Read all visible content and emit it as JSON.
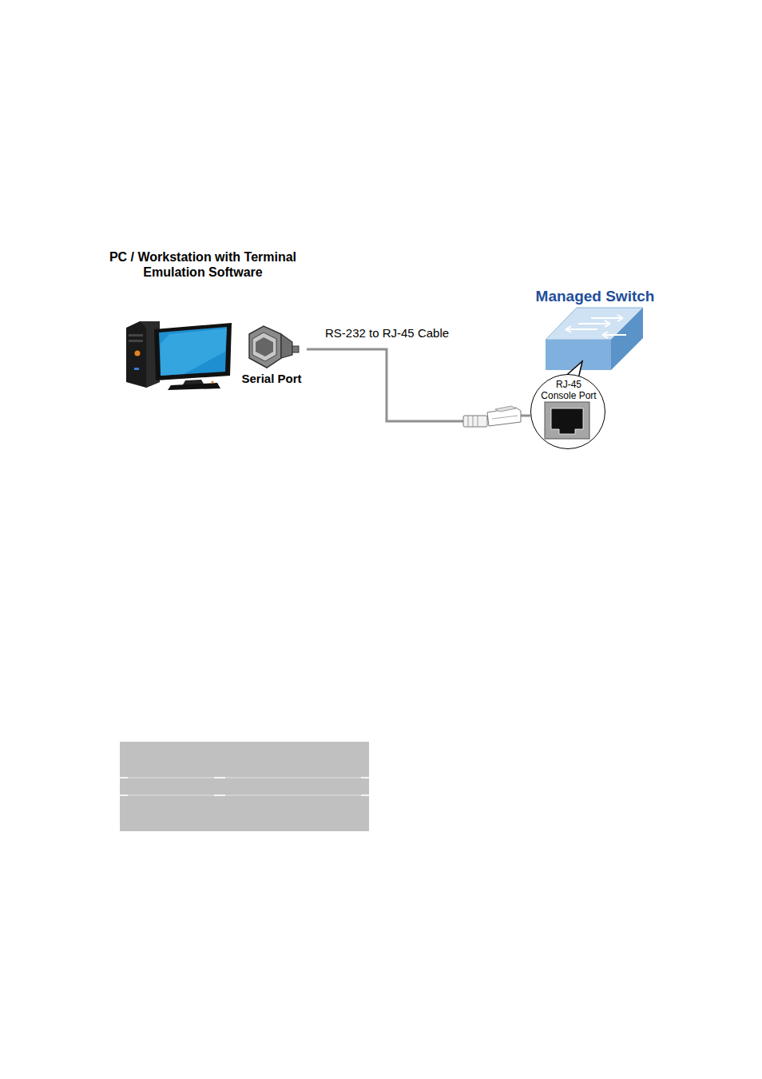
{
  "diagram": {
    "nodes": [
      {
        "text": [
          "PC / Workstation with Terminal Emulation Software"
        ]
      },
      {
        "text": [
          "Serial Port"
        ]
      },
      {
        "text": [
          "Managed Switch"
        ]
      },
      {
        "text": [
          "RJ-45 Console Port"
        ]
      }
    ],
    "edges": [
      {
        "from": 1,
        "to": 3,
        "label": "RS-232 to RJ-45 Cable",
        "arrow": "none"
      }
    ]
  }
}
